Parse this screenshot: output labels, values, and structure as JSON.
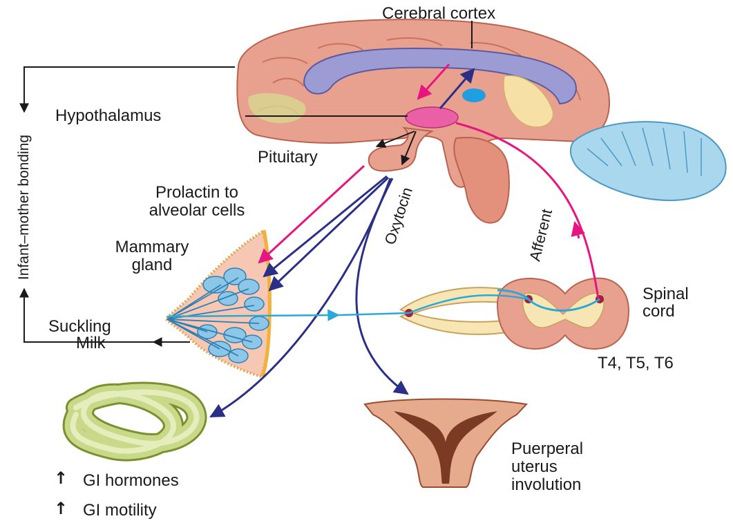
{
  "labels": {
    "cerebral_cortex": "Cerebral cortex",
    "hypothalamus": "Hypothalamus",
    "pituitary": "Pituitary",
    "prolactin_line1": "Prolactin to",
    "prolactin_line2": "alveolar cells",
    "mammary_line1": "Mammary",
    "mammary_line2": "gland",
    "suckling": "Suckling",
    "milk": "Milk",
    "oxytocin": "Oxytocin",
    "afferent": "Afferent",
    "spinal_line1": "Spinal",
    "spinal_line2": "cord",
    "spinal_levels": "T4, T5, T6",
    "uterus_line1": "Puerperal",
    "uterus_line2": "uterus",
    "uterus_line3": "involution",
    "gi_hormones": "GI hormones",
    "gi_motility": "GI motility",
    "bonding": "Infant–mother bonding",
    "up_arrow_glyph": "↑"
  },
  "colors": {
    "prolactin_arrow": "#e6157f",
    "oxytocin_arrow": "#2b2f86",
    "afferent_arrow": "#e6157f",
    "nerve_arrow": "#2aa8d8",
    "brain_tissue": "#e8a08f",
    "corpus_callosum": "#9d9bd3",
    "cerebellum": "#a9d8ee",
    "mammary_lobules": "#8cc7e8",
    "intestine": "#c8d98a",
    "uterus_wall": "#e6aa8d"
  }
}
